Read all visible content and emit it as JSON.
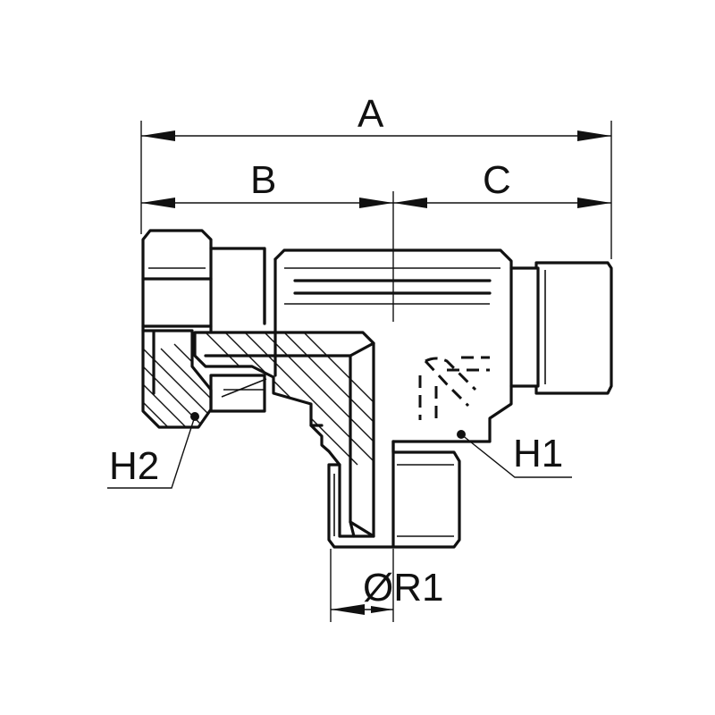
{
  "labels": {
    "A": "A",
    "B": "B",
    "C": "C",
    "H1": "H1",
    "H2": "H2",
    "R1": "ØR1"
  },
  "colors": {
    "line": "#111111",
    "background": "#ffffff"
  }
}
